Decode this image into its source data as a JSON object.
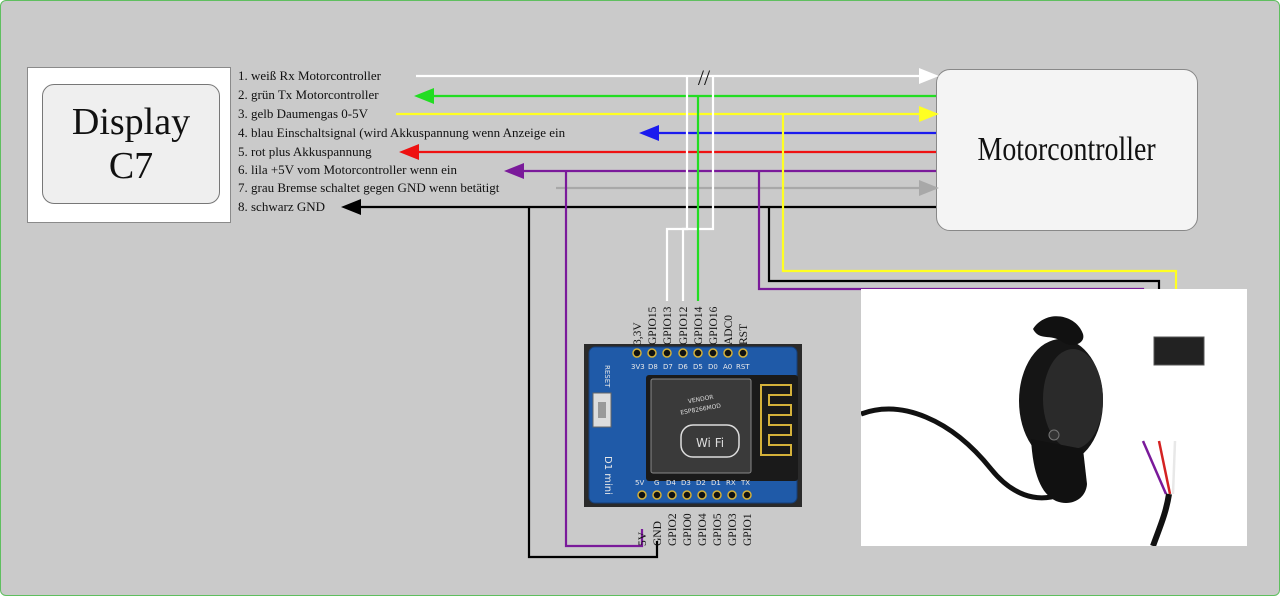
{
  "display": {
    "line1": "Display",
    "line2": "C7"
  },
  "motorcontroller": {
    "label": "Motorcontroller"
  },
  "wires": [
    {
      "label": "1. weiß Rx Motorcontroller",
      "color": "#ffffff"
    },
    {
      "label": "2. grün Tx Motorcontroller",
      "color": "#22dd22"
    },
    {
      "label": "3. gelb Daumengas 0-5V",
      "color": "#ffff22"
    },
    {
      "label": "4. blau Einschaltsignal (wird Akkuspannung wenn Anzeige ein",
      "color": "#1a1aee"
    },
    {
      "label": "5. rot plus Akkuspannung",
      "color": "#ee1111"
    },
    {
      "label": "6. lila +5V vom Motorcontroller wenn ein",
      "color": "#7a1a9a"
    },
    {
      "label": "7. grau Bremse schaltet gegen GND wenn betätigt",
      "color": "#a8a8a8"
    },
    {
      "label": "8. schwarz GND",
      "color": "#000000"
    }
  ],
  "break_mark": "//",
  "esp_top_pins": [
    "3,3V",
    "GPIO15",
    "GPIO13",
    "GPIO12",
    "GPIO14",
    "GPIO16",
    "ADC0",
    "RST"
  ],
  "esp_bottom_pins": [
    "5V",
    "GND",
    "GPIO2",
    "GPIO0",
    "GPIO4",
    "GPIO5",
    "GPIO3",
    "GPIO1"
  ],
  "board": {
    "pcb_color": "#1f5aa8",
    "top_silk": [
      "3V3",
      "D8",
      "D7",
      "D6",
      "D5",
      "D0",
      "A0",
      "RST"
    ],
    "bottom_silk": [
      "5V",
      "G",
      "D4",
      "D3",
      "D2",
      "D1",
      "RX",
      "TX"
    ],
    "reset_label": "RESET",
    "model_text": "D1 mini",
    "module_vendor": "VENDOR",
    "module_model": "ESP8266MOD",
    "wifi_logo": "Wi Fi"
  }
}
